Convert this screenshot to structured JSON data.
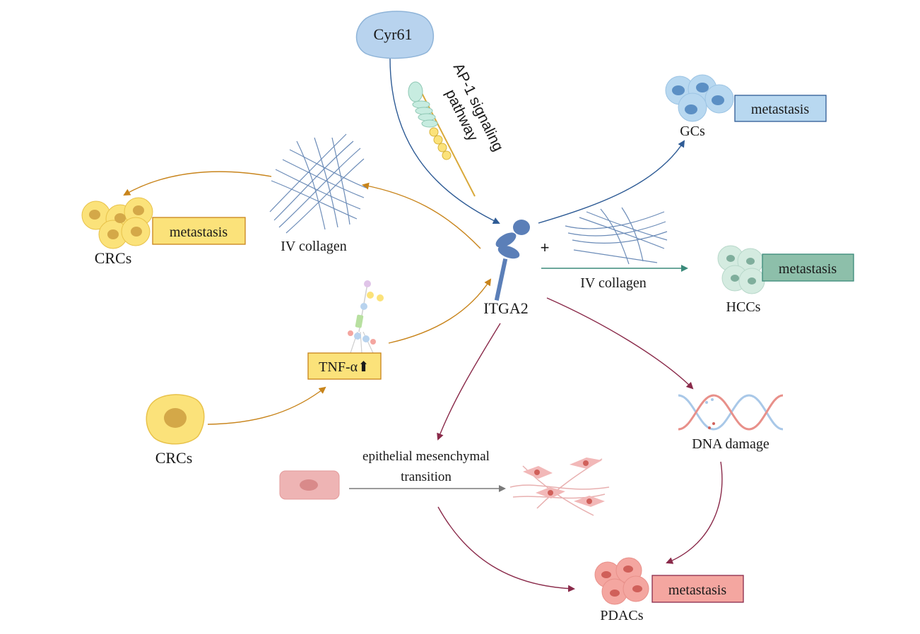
{
  "center": {
    "label": "ITGA2"
  },
  "cyr61": {
    "label": "Cyr61"
  },
  "ap1": {
    "line1": "AP-1 signaling",
    "line2": "pathway"
  },
  "gcs": {
    "label": "GCs",
    "badge": "metastasis",
    "color": "#b8d8f0"
  },
  "crcs_top": {
    "label": "CRCs",
    "badge": "metastasis",
    "color": "#fbe27a"
  },
  "collagen_left": {
    "label": "IV collagen"
  },
  "collagen_right": {
    "plus": "+",
    "label": "IV collagen"
  },
  "hccs": {
    "label": "HCCs",
    "badge": "metastasis",
    "color": "#8dbfaa"
  },
  "tnf": {
    "label": "TNF-α⬆",
    "color": "#fbe27a"
  },
  "crcs_bottom": {
    "label": "CRCs"
  },
  "emt": {
    "line1": "epithelial mesenchymal",
    "line2": "transition"
  },
  "dna": {
    "label": "DNA damage"
  },
  "pdacs": {
    "label": "PDACs",
    "badge": "metastasis",
    "color": "#f4a6a0"
  },
  "colors": {
    "blue_arrow": "#2e5b95",
    "orange_arrow": "#c8841b",
    "teal_arrow": "#3a8a7a",
    "red_arrow": "#8a2a4a",
    "grey_arrow": "#7a7a7a"
  }
}
